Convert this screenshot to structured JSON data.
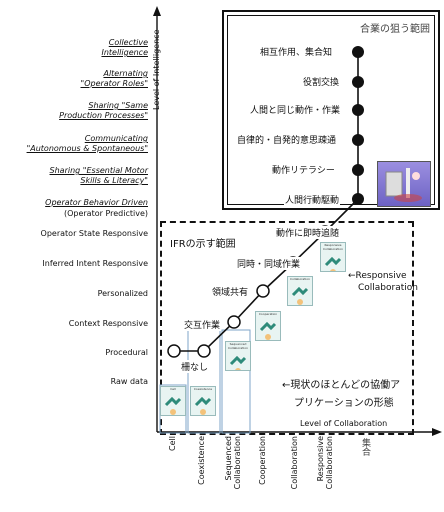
{
  "diagram": {
    "y_axis_title": "Level of Intelligence",
    "x_axis_title": "Level of Collaboration",
    "y_levels_upper": [
      "Collective Intelligence",
      "Alternating \"Operator Roles\"",
      "Sharing \"Same Production Processes\"",
      "Communicating \"Autonomous & Spontaneous\"",
      "Sharing \"Essential Motor Skills & Literacy\"",
      "Operator Behavior Driven"
    ],
    "y_levels_upper_lines": [
      [
        "Collective",
        "Intelligence"
      ],
      [
        "Alternating",
        "\"Operator Roles\""
      ],
      [
        "Sharing \"Same",
        "Production Processes\""
      ],
      [
        "Communicating",
        "\"Autonomous & Spontaneous\""
      ],
      [
        "Sharing \"Essential Motor",
        "Skills & Literacy\""
      ],
      [
        "Operator Behavior Driven"
      ]
    ],
    "operator_predictive": "(Operator Predictive)",
    "y_levels_lower": [
      "Operator State Responsive",
      "Inferred Intent Responsive",
      "Personalized",
      "Context Responsive",
      "Procedural",
      "Raw data"
    ],
    "x_levels": [
      "Cell",
      "Coexistence",
      "Sequenced Collaboration",
      "Cooperation",
      "Collaboration",
      "Responsive Collaboration"
    ],
    "x_levels_lines": [
      [
        "Cell"
      ],
      [
        "Coexistence"
      ],
      [
        "Sequenced",
        "Collaboration"
      ],
      [
        "Cooperation"
      ],
      [
        "Collaboration"
      ],
      [
        "Responsive",
        "Collaboration"
      ]
    ],
    "x_extra_label": "集合",
    "upper_box_title": "合業の狙う範囲",
    "lower_box_title": "IFRの示す範囲",
    "stages_upper": [
      "相互作用、集合知",
      "役割交換",
      "人間と同じ動作・作業",
      "自律的・自発的意思疎通",
      "動作リテラシー",
      "人間行動駆動"
    ],
    "stages_lower": [
      "動作に即時追随",
      "同時・同域作業",
      "領域共有",
      "交互作業",
      "柵なし"
    ],
    "note_current": [
      "←現状のほとんどの協働ア",
      "プリケーションの形態"
    ],
    "note_responsive": [
      "←Responsive",
      "Collaboration"
    ],
    "card_captions": [
      "Cell",
      "Coexistence",
      "Sequenced Collaboration",
      "Cooperation",
      "Collaboration",
      "Responsive Collaboration"
    ],
    "colors": {
      "accent_teal": "#2e8b7a",
      "box_border": "#111111",
      "photo_bg": "#8a7fd6",
      "staircase_line": "#7fa6c9"
    }
  }
}
